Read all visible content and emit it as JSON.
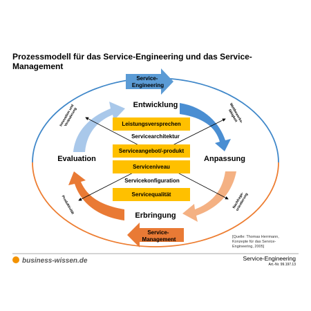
{
  "title": {
    "line1": "Prozessmodell für das Service-Engineering und das Service-",
    "line2": "Management"
  },
  "phases": {
    "top": "Entwicklung",
    "right": "Anpassung",
    "bottom": "Erbringung",
    "left": "Evaluation"
  },
  "process_arrows": {
    "engineering": [
      "Service-",
      "Engineering"
    ],
    "management": [
      "Service-",
      "Management"
    ]
  },
  "center": {
    "box1": "Leistungsversprechen",
    "label1": "Servicearchitektur",
    "box2": "Serviceangebot/-produkt",
    "box3": "Serviceniveau",
    "label2": "Servicekonfiguration",
    "box4": "Servicequalität"
  },
  "drivers": {
    "top_left": [
      "Innovation und",
      "Veränderung"
    ],
    "top_right": [
      "Wettbewerbs-",
      "fähigkeit"
    ],
    "bottom_left": [
      "Produktivität"
    ],
    "bottom_right": [
      "Nachfrage-",
      "orientierung"
    ]
  },
  "source": {
    "line1": "[Quelle: Thomas Herrmann,",
    "line2": "Konzepte für das Service-",
    "line3": "Engineering, 2005]"
  },
  "footer": {
    "logo": "business-wissen.de",
    "title": "Service-Engineering",
    "article": "Art.-Nr. 99.197.13"
  },
  "colors": {
    "blue_arrow": "#5b9bd5",
    "blue_ellipse": "#3f87c9",
    "orange_ellipse": "#ed7d31",
    "light_blue": "#a9c8ea",
    "dark_blue": "#4a8ed2",
    "peach": "#f4b183",
    "orange": "#e97a35",
    "yellow_box": "#ffc000",
    "logo_orange": "#f39200"
  },
  "icons": {
    "logo": "orange-dot-icon"
  }
}
